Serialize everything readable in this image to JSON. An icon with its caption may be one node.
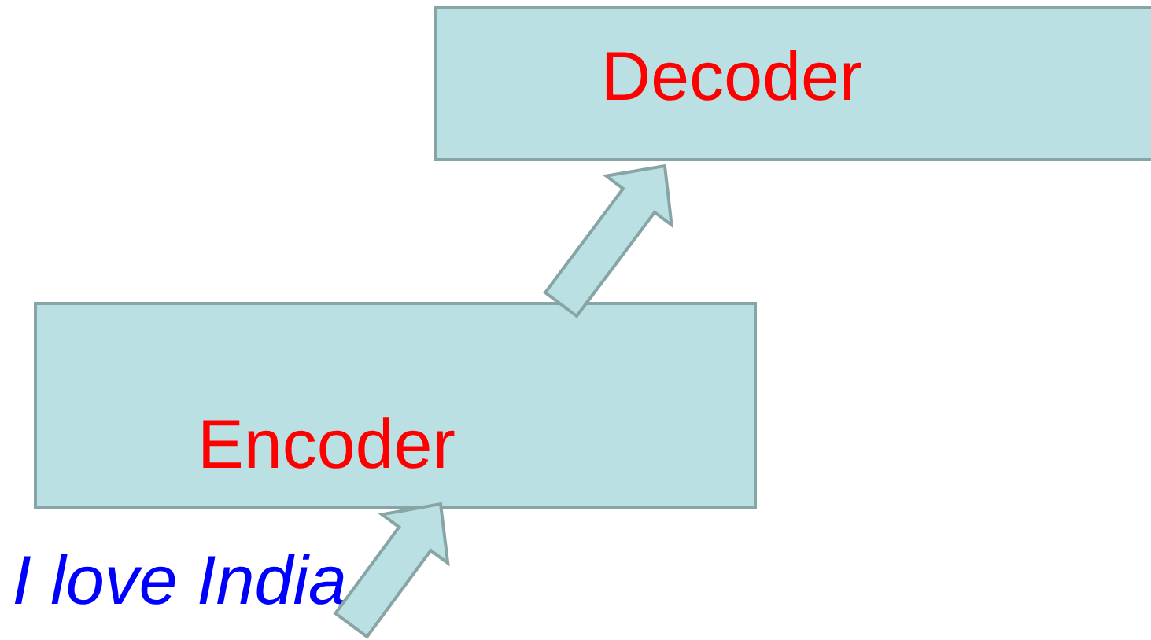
{
  "diagram": {
    "nodes": [
      {
        "text": [
          "Decoder"
        ]
      },
      {
        "text": [
          "Encoder"
        ]
      },
      {
        "text": [
          "I love India"
        ]
      }
    ],
    "edges": [
      {
        "from": 2,
        "to": 1,
        "arrow": "to"
      },
      {
        "from": 1,
        "to": 0,
        "arrow": "to"
      }
    ]
  }
}
